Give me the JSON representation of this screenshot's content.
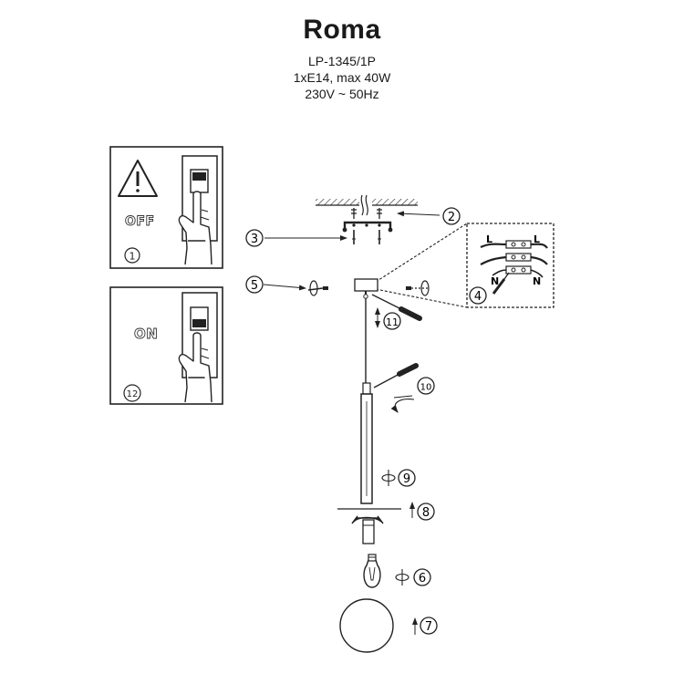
{
  "header": {
    "title": "Roma",
    "model": "LP-1345/1P",
    "bulb_spec": "1xE14, max 40W",
    "power": "230V ~ 50Hz"
  },
  "switch_panels": {
    "off_label": "OFF",
    "on_label": "ON",
    "off_step": "1",
    "on_step": "12",
    "warning_icon": "warning-triangle-icon"
  },
  "wiring": {
    "live_label": "L",
    "neutral_label": "N"
  },
  "steps": [
    "2",
    "3",
    "4",
    "5",
    "6",
    "7",
    "8",
    "9",
    "10",
    "11"
  ]
}
